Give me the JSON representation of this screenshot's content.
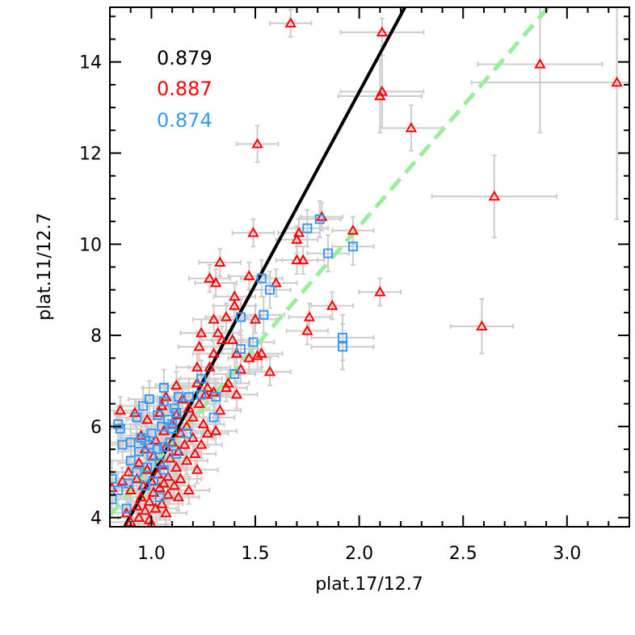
{
  "chart_data": {
    "type": "scatter",
    "xlabel": "plat.17/12.7",
    "ylabel": "plat.11/12.7",
    "xlim": [
      0.8,
      3.3
    ],
    "ylim": [
      3.8,
      15.2
    ],
    "xticks": [
      1.0,
      1.5,
      2.0,
      2.5,
      3.0
    ],
    "xtick_labels": [
      "1.0",
      "1.5",
      "2.0",
      "2.5",
      "3.0"
    ],
    "yticks": [
      4,
      6,
      8,
      10,
      12,
      14
    ],
    "ytick_labels": [
      "4",
      "6",
      "8",
      "10",
      "12",
      "14"
    ],
    "grid": false,
    "annotations": [
      {
        "text": "0.879",
        "color": "#000000"
      },
      {
        "text": "0.887",
        "color": "#ff0000"
      },
      {
        "text": "0.874",
        "color": "#3399ff"
      }
    ],
    "error_bar_color": "#cccccc",
    "series": [
      {
        "marker": "triangle",
        "color": "#ff0000",
        "points": [
          [
            1.67,
            14.85,
            0.1,
            0.3
          ],
          [
            2.11,
            14.65,
            0.2,
            0.3
          ],
          [
            2.87,
            13.95,
            0.3,
            1.5
          ],
          [
            3.24,
            13.55,
            0.7,
            3.0
          ],
          [
            2.11,
            13.35,
            0.2,
            0.8
          ],
          [
            2.1,
            13.25,
            0.2,
            0.8
          ],
          [
            2.25,
            12.55,
            0.15,
            0.5
          ],
          [
            1.51,
            12.2,
            0.1,
            0.4
          ],
          [
            2.65,
            11.05,
            0.3,
            0.9
          ],
          [
            1.71,
            10.25,
            0.1,
            0.3
          ],
          [
            1.82,
            10.6,
            0.1,
            0.3
          ],
          [
            1.97,
            10.3,
            0.1,
            0.3
          ],
          [
            1.49,
            10.25,
            0.1,
            0.3
          ],
          [
            1.7,
            10.1,
            0.1,
            0.3
          ],
          [
            1.7,
            9.65,
            0.1,
            0.3
          ],
          [
            1.73,
            9.65,
            0.1,
            0.3
          ],
          [
            1.33,
            9.6,
            0.1,
            0.3
          ],
          [
            1.28,
            9.25,
            0.1,
            0.3
          ],
          [
            1.31,
            9.15,
            0.1,
            0.3
          ],
          [
            1.47,
            9.3,
            0.1,
            0.3
          ],
          [
            2.1,
            8.95,
            0.1,
            0.3
          ],
          [
            1.6,
            9.15,
            0.1,
            0.3
          ],
          [
            1.87,
            8.65,
            0.1,
            0.3
          ],
          [
            1.4,
            8.85,
            0.1,
            0.3
          ],
          [
            1.4,
            8.65,
            0.1,
            0.3
          ],
          [
            1.36,
            8.4,
            0.1,
            0.3
          ],
          [
            1.5,
            8.35,
            0.1,
            0.3
          ],
          [
            1.76,
            8.4,
            0.1,
            0.3
          ],
          [
            1.3,
            8.35,
            0.1,
            0.3
          ],
          [
            2.59,
            8.2,
            0.15,
            0.6
          ],
          [
            1.32,
            8.05,
            0.1,
            0.3
          ],
          [
            1.24,
            8.05,
            0.1,
            0.3
          ],
          [
            1.75,
            8.1,
            0.1,
            0.3
          ],
          [
            1.34,
            7.9,
            0.1,
            0.3
          ],
          [
            1.39,
            7.9,
            0.1,
            0.3
          ],
          [
            1.23,
            7.75,
            0.1,
            0.3
          ],
          [
            1.3,
            7.6,
            0.1,
            0.3
          ],
          [
            1.41,
            7.6,
            0.1,
            0.3
          ],
          [
            1.47,
            7.5,
            0.1,
            0.3
          ],
          [
            1.51,
            7.55,
            0.1,
            0.3
          ],
          [
            1.53,
            7.6,
            0.1,
            0.3
          ],
          [
            1.28,
            7.3,
            0.1,
            0.3
          ],
          [
            1.22,
            7.3,
            0.1,
            0.3
          ],
          [
            1.57,
            7.2,
            0.1,
            0.3
          ],
          [
            1.43,
            7.25,
            0.1,
            0.3
          ],
          [
            1.37,
            6.95,
            0.1,
            0.3
          ],
          [
            1.22,
            6.95,
            0.1,
            0.3
          ],
          [
            1.27,
            6.85,
            0.1,
            0.3
          ],
          [
            1.12,
            6.9,
            0.1,
            0.3
          ],
          [
            1.36,
            6.85,
            0.1,
            0.3
          ],
          [
            1.3,
            6.75,
            0.1,
            0.3
          ],
          [
            1.26,
            6.7,
            0.1,
            0.3
          ],
          [
            1.41,
            6.7,
            0.1,
            0.3
          ],
          [
            1.07,
            6.65,
            0.1,
            0.3
          ],
          [
            1.15,
            6.6,
            0.1,
            0.3
          ],
          [
            1.23,
            6.5,
            0.1,
            0.3
          ],
          [
            1.05,
            6.45,
            0.1,
            0.3
          ],
          [
            1.18,
            6.4,
            0.1,
            0.3
          ],
          [
            0.85,
            6.35,
            0.1,
            0.3
          ],
          [
            1.33,
            6.35,
            0.1,
            0.3
          ],
          [
            0.92,
            6.3,
            0.1,
            0.3
          ],
          [
            1.04,
            6.3,
            0.1,
            0.3
          ],
          [
            1.12,
            6.25,
            0.1,
            0.3
          ],
          [
            1.2,
            6.2,
            0.1,
            0.3
          ],
          [
            0.98,
            6.15,
            0.1,
            0.3
          ],
          [
            1.1,
            6.05,
            0.1,
            0.3
          ],
          [
            1.25,
            6.05,
            0.1,
            0.3
          ],
          [
            1.17,
            6.0,
            0.1,
            0.3
          ],
          [
            1.31,
            5.9,
            0.1,
            0.3
          ],
          [
            1.06,
            5.9,
            0.1,
            0.3
          ],
          [
            1.14,
            5.85,
            0.1,
            0.3
          ],
          [
            1.27,
            5.85,
            0.1,
            0.3
          ],
          [
            0.95,
            5.8,
            0.1,
            0.3
          ],
          [
            1.2,
            5.75,
            0.1,
            0.3
          ],
          [
            1.02,
            5.7,
            0.1,
            0.3
          ],
          [
            1.1,
            5.65,
            0.1,
            0.3
          ],
          [
            1.16,
            5.6,
            0.1,
            0.3
          ],
          [
            1.24,
            5.6,
            0.1,
            0.3
          ],
          [
            1.07,
            5.55,
            0.1,
            0.3
          ],
          [
            0.97,
            5.5,
            0.1,
            0.3
          ],
          [
            1.13,
            5.45,
            0.1,
            0.3
          ],
          [
            1.21,
            5.4,
            0.1,
            0.3
          ],
          [
            1.01,
            5.35,
            0.1,
            0.3
          ],
          [
            1.09,
            5.3,
            0.1,
            0.3
          ],
          [
            1.17,
            5.25,
            0.1,
            0.3
          ],
          [
            0.94,
            5.2,
            0.1,
            0.3
          ],
          [
            1.05,
            5.15,
            0.1,
            0.3
          ],
          [
            1.12,
            5.1,
            0.1,
            0.3
          ],
          [
            1.22,
            5.05,
            0.1,
            0.3
          ],
          [
            0.98,
            5.05,
            0.1,
            0.3
          ],
          [
            0.89,
            5.0,
            0.1,
            0.3
          ],
          [
            1.03,
            4.95,
            0.1,
            0.3
          ],
          [
            1.08,
            4.9,
            0.1,
            0.3
          ],
          [
            1.14,
            4.85,
            0.1,
            0.3
          ],
          [
            0.93,
            4.85,
            0.1,
            0.3
          ],
          [
            1.0,
            4.8,
            0.1,
            0.3
          ],
          [
            1.06,
            4.75,
            0.1,
            0.3
          ],
          [
            0.86,
            4.8,
            0.1,
            0.3
          ],
          [
            1.11,
            4.7,
            0.1,
            0.3
          ],
          [
            0.96,
            4.7,
            0.1,
            0.3
          ],
          [
            1.04,
            4.65,
            0.1,
            0.3
          ],
          [
            0.81,
            4.65,
            0.1,
            0.3
          ],
          [
            1.18,
            4.6,
            0.1,
            0.3
          ],
          [
            0.9,
            4.6,
            0.1,
            0.3
          ],
          [
            1.01,
            4.55,
            0.1,
            0.3
          ],
          [
            1.08,
            4.5,
            0.1,
            0.3
          ],
          [
            0.95,
            4.45,
            0.1,
            0.3
          ],
          [
            1.13,
            4.45,
            0.1,
            0.3
          ],
          [
            0.99,
            4.35,
            0.1,
            0.3
          ],
          [
            1.05,
            4.3,
            0.1,
            0.3
          ],
          [
            0.93,
            4.25,
            0.1,
            0.3
          ],
          [
            1.02,
            4.2,
            0.1,
            0.3
          ],
          [
            0.97,
            4.15,
            0.1,
            0.3
          ],
          [
            1.07,
            4.1,
            0.1,
            0.3
          ],
          [
            0.88,
            4.1,
            0.1,
            0.3
          ],
          [
            0.94,
            4.0,
            0.1,
            0.3
          ],
          [
            0.99,
            3.95,
            0.1,
            0.3
          ],
          [
            0.9,
            3.9,
            0.1,
            0.3
          ],
          [
            1.0,
            3.85,
            0.1,
            0.3
          ]
        ]
      },
      {
        "marker": "square",
        "color": "#3399ff",
        "points": [
          [
            1.81,
            10.55,
            0.1,
            0.4
          ],
          [
            1.75,
            10.35,
            0.1,
            0.4
          ],
          [
            1.53,
            9.25,
            0.1,
            0.4
          ],
          [
            1.97,
            9.95,
            0.1,
            0.4
          ],
          [
            1.85,
            9.8,
            0.1,
            0.4
          ],
          [
            1.57,
            9.0,
            0.1,
            0.4
          ],
          [
            1.54,
            8.45,
            0.1,
            0.4
          ],
          [
            1.43,
            8.4,
            0.1,
            0.4
          ],
          [
            1.92,
            7.95,
            0.15,
            0.5
          ],
          [
            1.92,
            7.75,
            0.15,
            0.5
          ],
          [
            1.49,
            7.85,
            0.1,
            0.4
          ],
          [
            1.43,
            7.7,
            0.1,
            0.4
          ],
          [
            1.4,
            7.15,
            0.1,
            0.4
          ],
          [
            1.24,
            7.05,
            0.1,
            0.4
          ],
          [
            1.06,
            6.85,
            0.1,
            0.4
          ],
          [
            1.24,
            6.7,
            0.1,
            0.4
          ],
          [
            1.18,
            6.65,
            0.1,
            0.4
          ],
          [
            0.99,
            6.6,
            0.1,
            0.4
          ],
          [
            1.13,
            6.65,
            0.1,
            0.4
          ],
          [
            1.31,
            6.65,
            0.1,
            0.4
          ],
          [
            1.06,
            6.55,
            0.1,
            0.4
          ],
          [
            0.96,
            6.45,
            0.1,
            0.4
          ],
          [
            1.11,
            6.4,
            0.1,
            0.4
          ],
          [
            1.3,
            6.2,
            0.1,
            0.4
          ],
          [
            1.12,
            6.3,
            0.1,
            0.4
          ],
          [
            1.03,
            6.25,
            0.1,
            0.4
          ],
          [
            0.93,
            6.2,
            0.1,
            0.4
          ],
          [
            1.08,
            6.15,
            0.1,
            0.4
          ],
          [
            0.84,
            6.05,
            0.1,
            0.4
          ],
          [
            1.1,
            6.05,
            0.1,
            0.4
          ],
          [
            0.85,
            5.95,
            0.1,
            0.4
          ],
          [
            1.05,
            6.0,
            0.1,
            0.4
          ],
          [
            1.1,
            5.95,
            0.1,
            0.4
          ],
          [
            1.0,
            5.85,
            0.1,
            0.4
          ],
          [
            1.17,
            5.85,
            0.1,
            0.4
          ],
          [
            0.95,
            5.75,
            0.1,
            0.4
          ],
          [
            0.97,
            5.7,
            0.1,
            0.4
          ],
          [
            0.9,
            5.65,
            0.1,
            0.4
          ],
          [
            1.09,
            5.65,
            0.1,
            0.4
          ],
          [
            0.99,
            5.6,
            0.1,
            0.4
          ],
          [
            0.86,
            5.6,
            0.1,
            0.4
          ],
          [
            1.06,
            5.55,
            0.1,
            0.4
          ],
          [
            1.03,
            5.5,
            0.1,
            0.4
          ],
          [
            0.94,
            5.45,
            0.1,
            0.4
          ],
          [
            1.12,
            5.4,
            0.1,
            0.4
          ],
          [
            1.0,
            5.35,
            0.1,
            0.4
          ],
          [
            0.9,
            5.25,
            0.1,
            0.4
          ],
          [
            1.04,
            5.2,
            0.1,
            0.4
          ],
          [
            0.98,
            5.1,
            0.1,
            0.4
          ],
          [
            1.06,
            5.05,
            0.1,
            0.4
          ],
          [
            0.93,
            5.0,
            0.1,
            0.4
          ],
          [
            0.81,
            4.85,
            0.1,
            0.4
          ],
          [
            1.01,
            4.8,
            0.1,
            0.4
          ],
          [
            0.89,
            4.75,
            0.1,
            0.4
          ],
          [
            0.97,
            4.7,
            0.1,
            0.4
          ],
          [
            0.84,
            4.6,
            0.1,
            0.4
          ],
          [
            1.04,
            4.45,
            0.1,
            0.4
          ],
          [
            0.81,
            4.4,
            0.1,
            0.4
          ],
          [
            0.88,
            4.2,
            0.1,
            0.4
          ]
        ]
      }
    ],
    "lines": [
      {
        "style": "solid",
        "color": "#000000",
        "x": [
          0.8,
          2.22
        ],
        "y": [
          3.2,
          15.2
        ]
      },
      {
        "style": "dashed",
        "color": "#99ee99",
        "x": [
          0.8,
          2.91
        ],
        "y": [
          4.05,
          15.2
        ]
      }
    ]
  }
}
